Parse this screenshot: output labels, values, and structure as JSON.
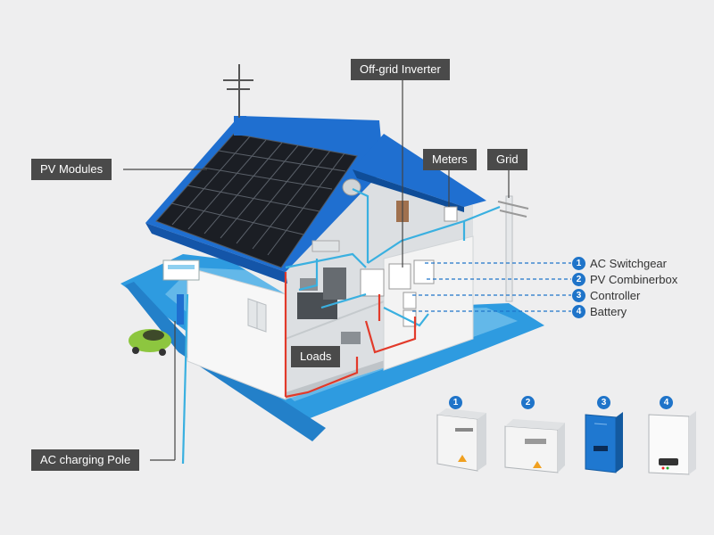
{
  "labels": {
    "pv_modules": "PV Modules",
    "off_grid_inverter": "Off-grid Inverter",
    "meters": "Meters",
    "grid": "Grid",
    "loads": "Loads",
    "ac_charging_pole": "AC charging Pole"
  },
  "components": [
    {
      "num": "1",
      "label": "AC Switchgear"
    },
    {
      "num": "2",
      "label": "PV Combinerbox"
    },
    {
      "num": "3",
      "label": "Controller"
    },
    {
      "num": "4",
      "label": "Battery"
    }
  ],
  "colors": {
    "accent_blue": "#1f74c9",
    "label_bg": "#4a4a4a",
    "cable_blue": "#3ab0e0",
    "cable_red": "#e23a2a",
    "pad_blue": "#2e9be0"
  }
}
